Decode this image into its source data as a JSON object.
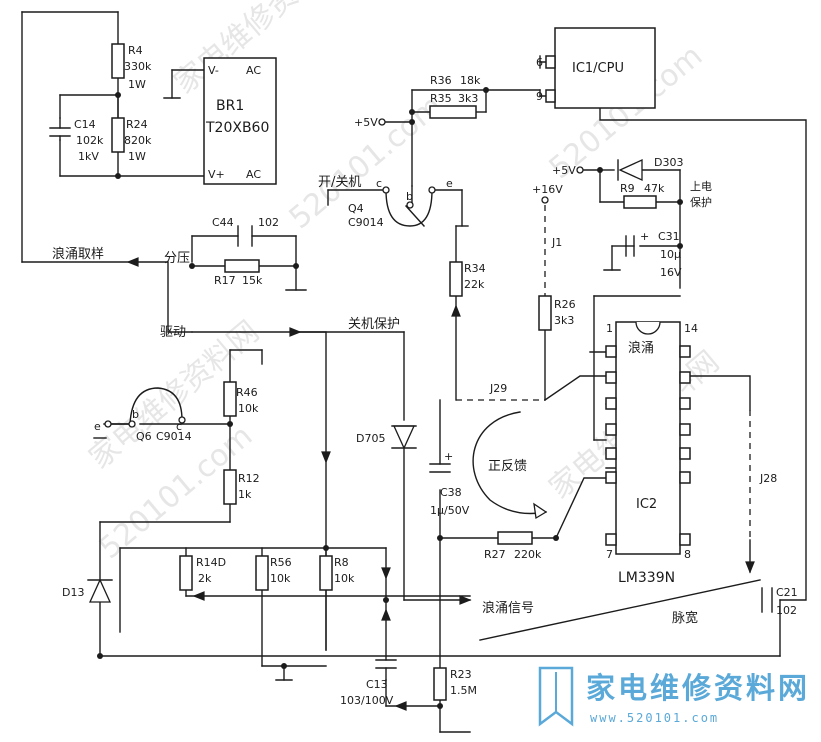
{
  "components": {
    "r4": {
      "ref": "R4",
      "value": "330k",
      "power": "1W"
    },
    "r24": {
      "ref": "R24",
      "value": "820k",
      "power": "1W"
    },
    "c14": {
      "ref": "C14",
      "value": "102k",
      "voltage": "1kV"
    },
    "br1": {
      "ref": "BR1",
      "part": "T20XB60",
      "pin_vm": "V-",
      "pin_vp": "V+",
      "pin_ac1": "AC",
      "pin_ac2": "AC"
    },
    "r36": {
      "ref": "R36",
      "value": "18k"
    },
    "r35": {
      "ref": "R35",
      "value": "3k3"
    },
    "ic1": {
      "label": "IC1/CPU",
      "pin_a": "6",
      "pin_b": "9"
    },
    "d303": {
      "ref": "D303"
    },
    "r9": {
      "ref": "R9",
      "value": "47k"
    },
    "q4": {
      "ref": "Q4",
      "part": "C9014",
      "pin_c": "c",
      "pin_b": "b",
      "pin_e": "e"
    },
    "c44": {
      "ref": "C44",
      "value": "102"
    },
    "r17": {
      "ref": "R17",
      "value": "15k"
    },
    "r34": {
      "ref": "R34",
      "value": "22k"
    },
    "r26": {
      "ref": "R26",
      "value": "3k3"
    },
    "c31": {
      "ref": "C31",
      "value": "10μ",
      "voltage": "16V"
    },
    "q6": {
      "ref": "Q6",
      "part": "C9014",
      "pin_b": "b",
      "pin_c": "c",
      "pin_e": "e"
    },
    "r46": {
      "ref": "R46",
      "value": "10k"
    },
    "r12": {
      "ref": "R12",
      "value": "1k"
    },
    "d705": {
      "ref": "D705"
    },
    "c38": {
      "ref": "C38",
      "value": "1μ/50V",
      "polarity": "+"
    },
    "r27": {
      "ref": "R27",
      "value": "220k"
    },
    "r14d": {
      "ref": "R14D",
      "value": "2k"
    },
    "r56": {
      "ref": "R56",
      "value": "10k"
    },
    "r8": {
      "ref": "R8",
      "value": "10k"
    },
    "d13": {
      "ref": "D13"
    },
    "c13": {
      "ref": "C13",
      "value": "103/100V"
    },
    "r23": {
      "ref": "R23",
      "value": "1.5M"
    },
    "c21": {
      "ref": "C21",
      "value": "102"
    },
    "ic2": {
      "ref": "IC2",
      "part": "LM339N",
      "pin1": "1",
      "pin7": "7",
      "pin8": "8",
      "pin14": "14",
      "func": "浪涌"
    }
  },
  "labels": {
    "surge_sample": "浪涌取样",
    "divider": "分压",
    "drive": "驱动",
    "power_onoff": "开/关机",
    "shutdown_protect": "关机保护",
    "plus5v_a": "+5V",
    "plus5v_b": "+5V",
    "plus16v": "+16V",
    "j1": "J1",
    "j29": "J29",
    "j28": "J28",
    "powerup_protect_1": "上电",
    "powerup_protect_2": "保护",
    "positive_feedback": "正反馈",
    "surge_signal": "浪涌信号",
    "pulse_width": "脉宽"
  },
  "watermark": {
    "brand_cn": "家电维修资料网",
    "brand_url": "520101.com",
    "logo_text": "家电维修资料网",
    "logo_sub": "www.520101.com"
  },
  "colors": {
    "ink": "#1c1c1c",
    "logo": "#5aa9d8",
    "watermark": "#c8c8c8"
  }
}
